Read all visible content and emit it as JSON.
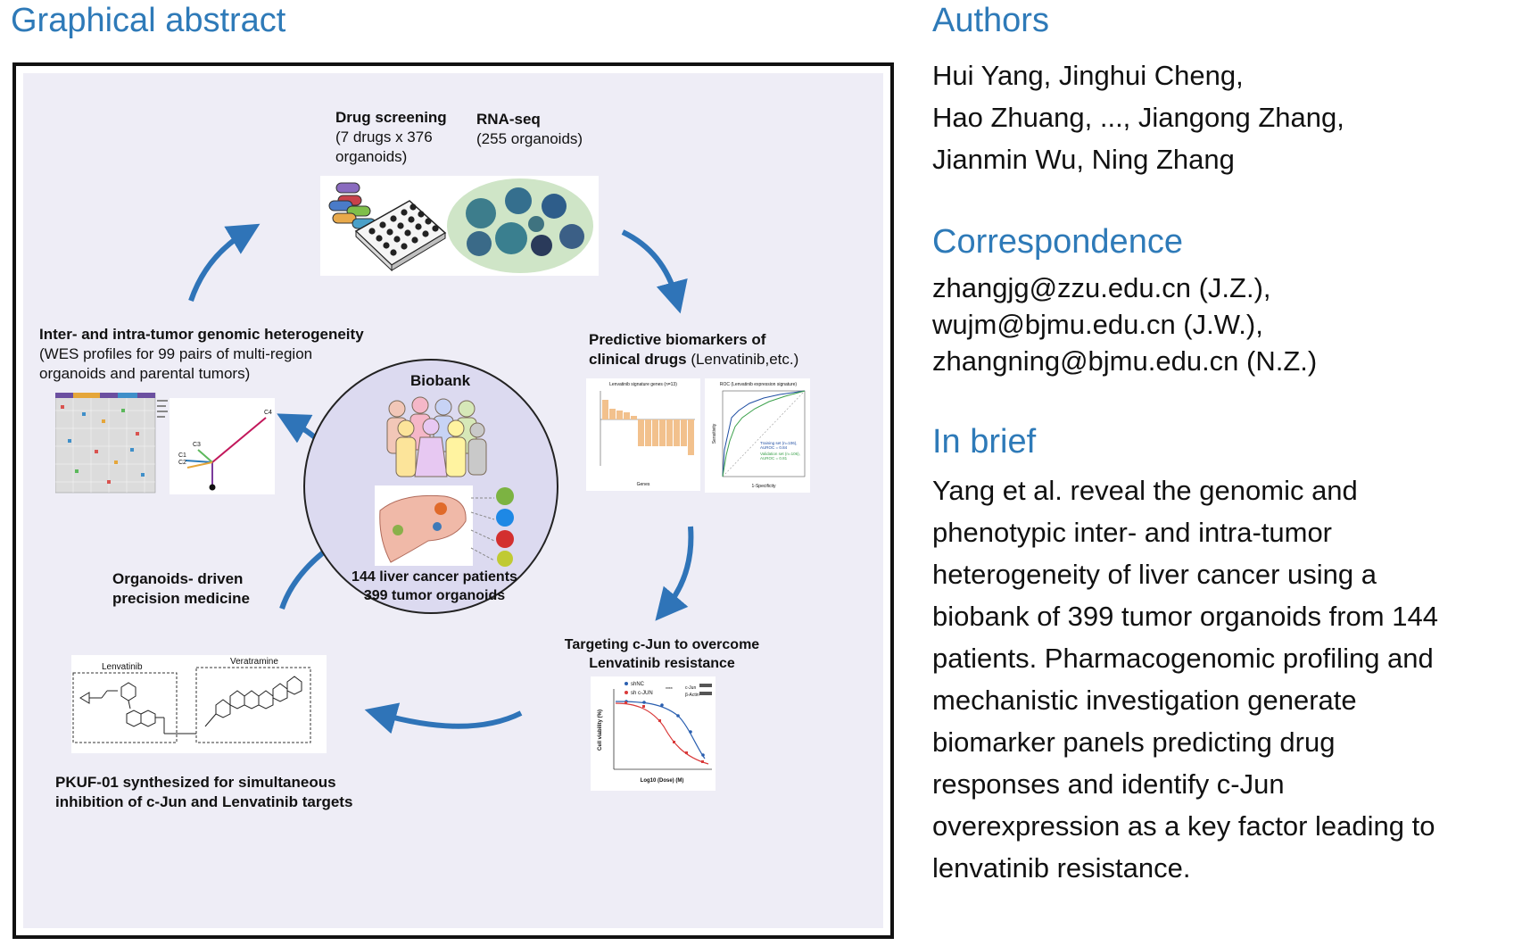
{
  "graphical_abstract": {
    "title": "Graphical abstract",
    "drug_screening": {
      "title": "Drug screening",
      "line1": "(7 drugs x 376",
      "line2": "organoids)"
    },
    "rna_seq": {
      "title": "RNA-seq",
      "line1": "(255 organoids)"
    },
    "heterogeneity": {
      "title": "Inter- and intra-tumor genomic heterogeneity",
      "line1": "(WES profiles for 99 pairs of multi-region",
      "line2": "organoids and parental tumors)"
    },
    "biomarkers": {
      "title1": "Predictive biomarkers of",
      "title2": "clinical drugs",
      "suffix": " (Lenvatinib,etc.)"
    },
    "biobank": {
      "title": "Biobank",
      "line1": "144 liver cancer patients",
      "line2": "399 tumor organoids"
    },
    "precision": {
      "line1": "Organoids- driven",
      "line2": "precision medicine"
    },
    "cjun": {
      "line1": "Targeting c-Jun to overcome",
      "line2": "Lenvatinib resistance"
    },
    "pkuf": {
      "line1": "PKUF-01 synthesized for simultaneous",
      "line2": "inhibition of c-Jun and Lenvatinib targets"
    },
    "molecules": {
      "left": "Lenvatinib",
      "right": "Veratramine"
    },
    "tree_labels": [
      "C4",
      "C1",
      "C3",
      "C2"
    ],
    "bar_chart": {
      "title": "Lenvatinib signature genes (n=13)",
      "xlabel": "Genes"
    },
    "roc_chart": {
      "title": "ROC (Lenvatinib expression signature)",
      "xlabel": "1-Specificity",
      "ylabel": "Sensitivity",
      "training": "Training set (n=106),",
      "training_auc": "AUROC = 0.84",
      "validation": "Validation set (n=106),",
      "validation_auc": "AUROC = 0.81"
    },
    "viability_chart": {
      "ylabel": "Cell viability (%)",
      "xlabel": "Log10 (Dose) (M)",
      "series": [
        "shNC",
        "sh c-JUN"
      ],
      "blot": [
        "c-Jun",
        "β-Actin"
      ],
      "sig": "****"
    }
  },
  "authors": {
    "title": "Authors",
    "lines": [
      "Hui Yang, Jinghui Cheng,",
      "Hao Zhuang, ..., Jiangong Zhang,",
      "Jianmin Wu, Ning Zhang"
    ]
  },
  "correspondence": {
    "title": "Correspondence",
    "lines": [
      "zhangjg@zzu.edu.cn (J.Z.),",
      "wujm@bjmu.edu.cn (J.W.),",
      "zhangning@bjmu.edu.cn (N.Z.)"
    ]
  },
  "in_brief": {
    "title": "In brief",
    "lines": [
      "Yang et al. reveal the genomic and",
      "phenotypic inter- and intra-tumor",
      "heterogeneity of liver cancer using a",
      "biobank of 399 tumor organoids from 144",
      "patients. Pharmacogenomic profiling and",
      "mechanistic investigation generate",
      "biomarker panels predicting drug",
      "responses and identify c-Jun",
      "overexpression as a key factor leading to",
      "lenvatinib resistance."
    ]
  },
  "colors": {
    "accent": "#2e7ab8",
    "panel_bg": "#eeedf6",
    "arrow": "#2f74b8",
    "bar": "#f2c18d"
  }
}
